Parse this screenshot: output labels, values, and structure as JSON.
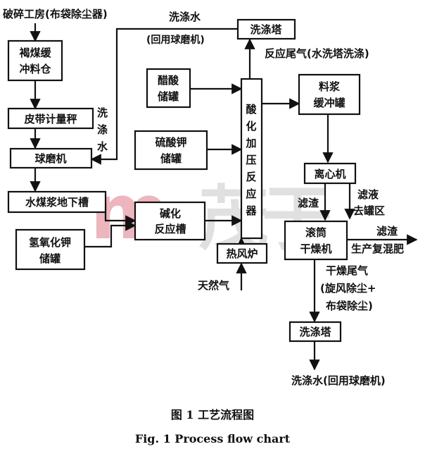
{
  "nodes": {
    "crush_room": "破碎工房(布袋除尘器)",
    "coal_buffer": [
      "褐煤缓",
      "冲料仓"
    ],
    "belt_scale": "皮带计量秤",
    "ball_mill": "球磨机",
    "slurry_tank": "水煤浆地下槽",
    "koh_tank": [
      "氢氧化钾",
      "储罐"
    ],
    "acetic_tank": [
      "醋酸",
      "储罐"
    ],
    "k2so4_tank": [
      "硫酸钾",
      "储罐"
    ],
    "alkali_reactor": [
      "碱化",
      "反应槽"
    ],
    "acid_reactor": [
      "酸",
      "化",
      "加",
      "压",
      "反",
      "应",
      "器"
    ],
    "hot_furnace": "热风炉",
    "wash_tower_top": "洗涤塔",
    "slurry_buffer": [
      "料浆",
      "缓冲罐"
    ],
    "centrifuge": "离心机",
    "drum_dryer": [
      "滚筒",
      "干燥机"
    ],
    "wash_tower_bottom": "洗涤塔"
  },
  "labels": {
    "wash_water_top": "洗涤水",
    "return_mill_top": "(回用球磨机)",
    "wash_water_vertical": [
      "洗",
      "涤",
      "水"
    ],
    "reaction_tail_gas": "反应尾气(水洗塔洗涤)",
    "filter_residue_left": "滤渣",
    "filtrate": "滤液",
    "to_tank_area": "去罐区",
    "filter_residue_right": "滤渣",
    "compound_fertilizer": "生产复混肥",
    "natural_gas": "天然气",
    "dry_tail_gas": "干燥尾气",
    "cyclone_bag": "(旋风除尘+",
    "bag_dust": "布袋除尘)",
    "wash_water_bottom": "洗涤水(回用球磨机)"
  },
  "caption": {
    "cn": "图 1    工艺流程图",
    "en": "Fig. 1    Process flow chart"
  },
  "watermark": {
    "mark": "m",
    "arrow": "›",
    "text": "茂",
    "text2": "于"
  }
}
